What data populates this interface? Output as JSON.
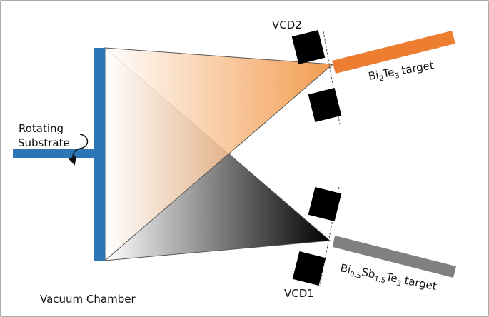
{
  "labels": {
    "substrate_line1": "Rotating",
    "substrate_line2": "Substrate",
    "chamber": "Vacuum Chamber",
    "vcd_top": "VCD2",
    "vcd_bottom": "VCD1",
    "target_top": {
      "element1": "Bi",
      "sub1": "2",
      "element2": "Te",
      "sub2": "3",
      "suffix": "target"
    },
    "target_bottom": {
      "element1": "Bi",
      "sub1": "0.5",
      "element2": "Sb",
      "sub2": "1.5",
      "element3": "Te",
      "sub3": "3",
      "suffix": "target"
    }
  },
  "colors": {
    "substrate": "#2e75b6",
    "plume_top": "#f08a30",
    "plume_bottom": "#000000",
    "target_top": "#ed7d31",
    "target_bottom": "#808080",
    "vcd": "#000000",
    "frame": "#555555"
  }
}
